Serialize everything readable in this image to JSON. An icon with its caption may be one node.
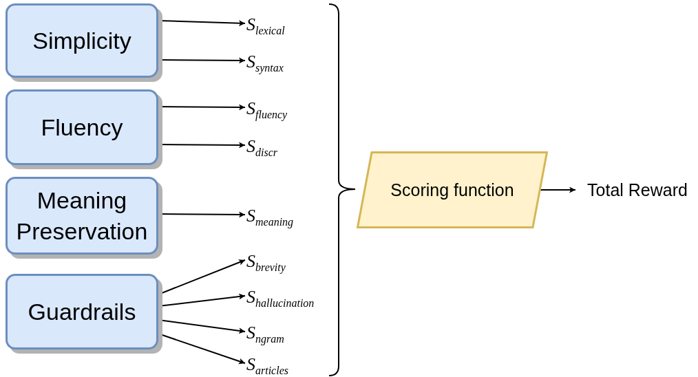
{
  "diagram": {
    "nodes": [
      {
        "text": [
          "Simplicity"
        ]
      },
      {
        "text": [
          "Fluency"
        ]
      },
      {
        "text": [
          "Meaning Preservation"
        ]
      },
      {
        "text": [
          "Guardrails"
        ]
      },
      {
        "text": [
          "S$_{lexical}$"
        ]
      },
      {
        "text": [
          "S$_{syntax}$"
        ]
      },
      {
        "text": [
          "S$_{fluency}$"
        ]
      },
      {
        "text": [
          "S$_{discr}$"
        ]
      },
      {
        "text": [
          "S$_{meaning}$"
        ]
      },
      {
        "text": [
          "S$_{brevity}$"
        ]
      },
      {
        "text": [
          "S$_{hallucination}$"
        ]
      },
      {
        "text": [
          "S$_{ngram}$"
        ]
      },
      {
        "text": [
          "S$_{articles}$"
        ]
      },
      {
        "text": [
          "Scoring function"
        ]
      },
      {
        "text": [
          "Total Reward"
        ]
      }
    ],
    "edges": [
      {
        "from": 0,
        "to": 4,
        "arrow": "to"
      },
      {
        "from": 0,
        "to": 5,
        "arrow": "to"
      },
      {
        "from": 1,
        "to": 6,
        "arrow": "to"
      },
      {
        "from": 1,
        "to": 7,
        "arrow": "to"
      },
      {
        "from": 2,
        "to": 8,
        "arrow": "to"
      },
      {
        "from": 3,
        "to": 9,
        "arrow": "to"
      },
      {
        "from": 3,
        "to": 10,
        "arrow": "to"
      },
      {
        "from": 3,
        "to": 11,
        "arrow": "to"
      },
      {
        "from": 3,
        "to": 12,
        "arrow": "to"
      },
      {
        "from": 13,
        "to": 14,
        "arrow": "to"
      }
    ]
  }
}
